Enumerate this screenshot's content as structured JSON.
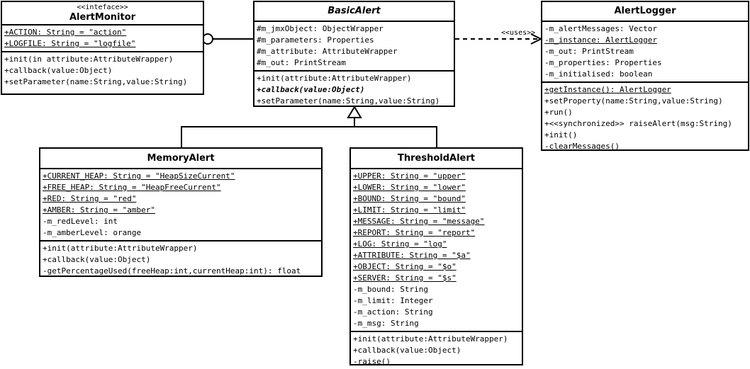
{
  "classes": {
    "alert_monitor": {
      "stereotype": "<<inteface>>",
      "name": "AlertMonitor",
      "attributes": [
        {
          "text": "+ACTION: String = \"action\"",
          "static": true
        },
        {
          "text": "+LOGFILE: String = \"logfile\"",
          "static": true
        }
      ],
      "operations": [
        {
          "text": "+init(in attribute:AttributeWrapper)"
        },
        {
          "text": "+callback(value:Object)"
        },
        {
          "text": "+setParameter(name:String,value:String)"
        }
      ]
    },
    "basic_alert": {
      "name": "BasicAlert",
      "attributes": [
        {
          "text": "#m_jmxObject: ObjectWrapper"
        },
        {
          "text": "#m_parameters: Properties"
        },
        {
          "text": "#m_attribute: AttributeWrapper"
        },
        {
          "text": "#m_out: PrintStream"
        }
      ],
      "operations": [
        {
          "text": "+init(attribute:AttributeWrapper)"
        },
        {
          "text": "+callback(value:Object)",
          "abstract": true
        },
        {
          "text": "+setParameter(name:String,value:String)"
        }
      ]
    },
    "alert_logger": {
      "name": "AlertLogger",
      "attributes": [
        {
          "text": "-m_alertMessages: Vector"
        },
        {
          "text": "-m_instance: AlertLogger",
          "static": true
        },
        {
          "text": "-m_out: PrintStream"
        },
        {
          "text": "-m_properties: Properties"
        },
        {
          "text": "-m_initialised: boolean"
        }
      ],
      "operations": [
        {
          "text": "+getInstance(): AlertLogger",
          "static": true
        },
        {
          "text": "+setProperty(name:String,value:String)"
        },
        {
          "text": "+run()"
        },
        {
          "text": "+<<synchronized>> raiseAlert(msg:String)"
        },
        {
          "text": "+init()"
        },
        {
          "text": "-clearMessages()"
        }
      ]
    },
    "memory_alert": {
      "name": "MemoryAlert",
      "attributes": [
        {
          "text": "+CURRENT_HEAP: String = \"HeapSizeCurrent\"",
          "static": true
        },
        {
          "text": "+FREE_HEAP: String = \"HeapFreeCurrent\"",
          "static": true
        },
        {
          "text": "+RED: String = \"red\"",
          "static": true
        },
        {
          "text": "+AMBER: String = \"amber\"",
          "static": true
        },
        {
          "text": "-m_redLevel: int"
        },
        {
          "text": "-m_amberLevel: orange"
        }
      ],
      "operations": [
        {
          "text": "+init(attribute:AttributeWrapper)"
        },
        {
          "text": "+callback(value:Object)"
        },
        {
          "text": "-getPercentageUsed(freeHeap:int,currentHeap:int): float"
        }
      ]
    },
    "threshold_alert": {
      "name": "ThresholdAlert",
      "attributes": [
        {
          "text": "+UPPER: String = \"upper\"",
          "static": true
        },
        {
          "text": "+LOWER: String = \"lower\"",
          "static": true
        },
        {
          "text": "+BOUND: String = \"bound\"",
          "static": true
        },
        {
          "text": "+LIMIT: String = \"limit\"",
          "static": true
        },
        {
          "text": "+MESSAGE: String = \"message\"",
          "static": true
        },
        {
          "text": "+REPORT: String = \"report\"",
          "static": true
        },
        {
          "text": "+LOG: String = \"log\"",
          "static": true
        },
        {
          "text": "+ATTRIBUTE: String = \"$a\"",
          "static": true
        },
        {
          "text": "+OBJECT: String = \"$o\"",
          "static": true
        },
        {
          "text": "+SERVER: String = \"$s\"",
          "static": true
        },
        {
          "text": "-m_bound: String"
        },
        {
          "text": "-m_limit: Integer"
        },
        {
          "text": "-m_action: String"
        },
        {
          "text": "-m_msg: String"
        }
      ],
      "operations": [
        {
          "text": "+init(attribute:AttributeWrapper)"
        },
        {
          "text": "+callback(value:Object)"
        },
        {
          "text": "-raise()"
        }
      ]
    }
  },
  "relations": {
    "uses_label": "<<uses>>"
  }
}
